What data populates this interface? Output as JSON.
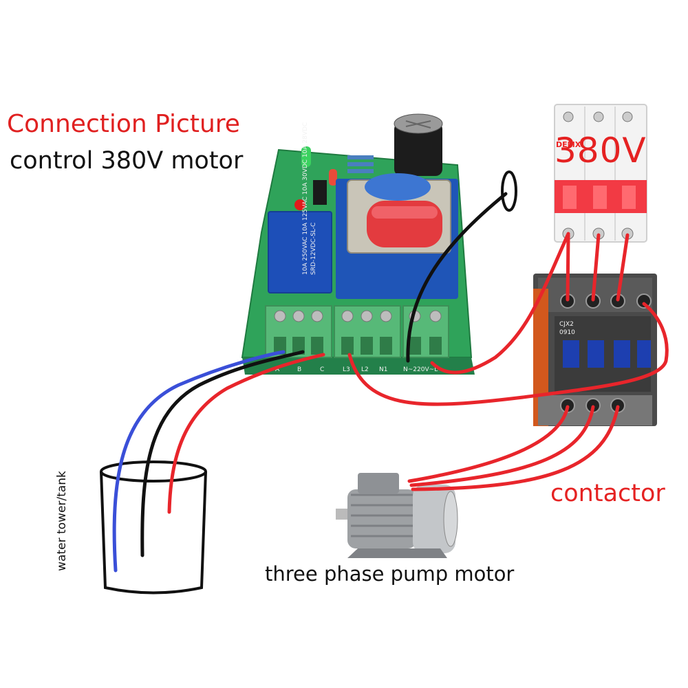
{
  "title": "Connection Picture",
  "subtitle": "control 380V motor",
  "breaker": {
    "voltage_label": "380V",
    "brand_text": "DELIXI"
  },
  "contactor": {
    "label": "contactor",
    "model_text": "CJX2",
    "model_sub_text": "0910"
  },
  "motor": {
    "label": "three phase pump motor"
  },
  "tank": {
    "label": "water tower/tank"
  },
  "board": {
    "terminal_labels": [
      "A",
      "B",
      "C",
      "L3",
      "L2",
      "N1",
      "N~220V~L"
    ],
    "relay_text": "SRD-12VDC-SL-C",
    "relay_rating_text": "10A 250VAC 10A 125VAC 10A 30VDC 10A 28VDC"
  },
  "colors": {
    "title_red": "#e02020",
    "wire_red": "#e8252b",
    "wire_black": "#111111",
    "wire_blue": "#3a4fd8",
    "pcb_green": "#2fa35a",
    "terminal_green": "#57b978",
    "relay_blue": "#1d4fb8",
    "breaker_red": "#f23a44"
  }
}
